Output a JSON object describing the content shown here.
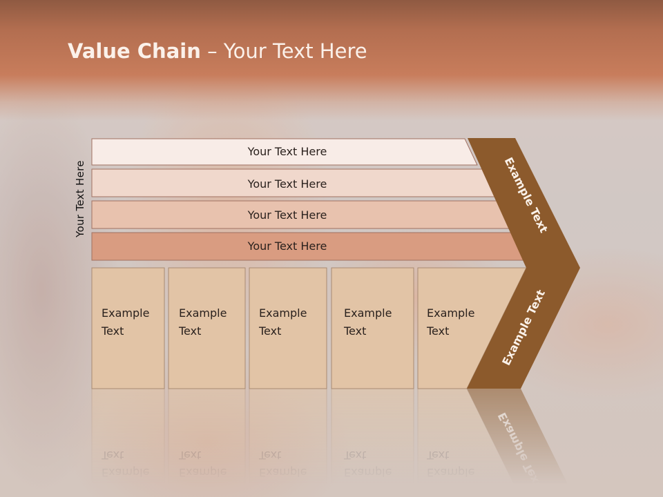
{
  "title": {
    "bold": "Value Chain",
    "rest": " – Your Text Here"
  },
  "side_label": "Your Text Here",
  "rows": [
    {
      "label": "Your Text Here",
      "fill": "#f8ece7"
    },
    {
      "label": "Your Text Here",
      "fill": "#f0d8cc"
    },
    {
      "label": "Your Text Here",
      "fill": "#e8c2ae"
    },
    {
      "label": "Your Text Here",
      "fill": "#d99c81"
    }
  ],
  "columns": [
    {
      "line1": "Example",
      "line2": "Text"
    },
    {
      "line1": "Example",
      "line2": "Text"
    },
    {
      "line1": "Example",
      "line2": "Text"
    },
    {
      "line1": "Example",
      "line2": "Text"
    },
    {
      "line1": "Example",
      "line2": "Text"
    }
  ],
  "chevron": {
    "upper_label": "Example Text",
    "lower_label": "Example Text",
    "color": "#8c5a2c"
  },
  "colors": {
    "column_fill": "#e2c4a6",
    "title_band": "#c87d5c"
  }
}
